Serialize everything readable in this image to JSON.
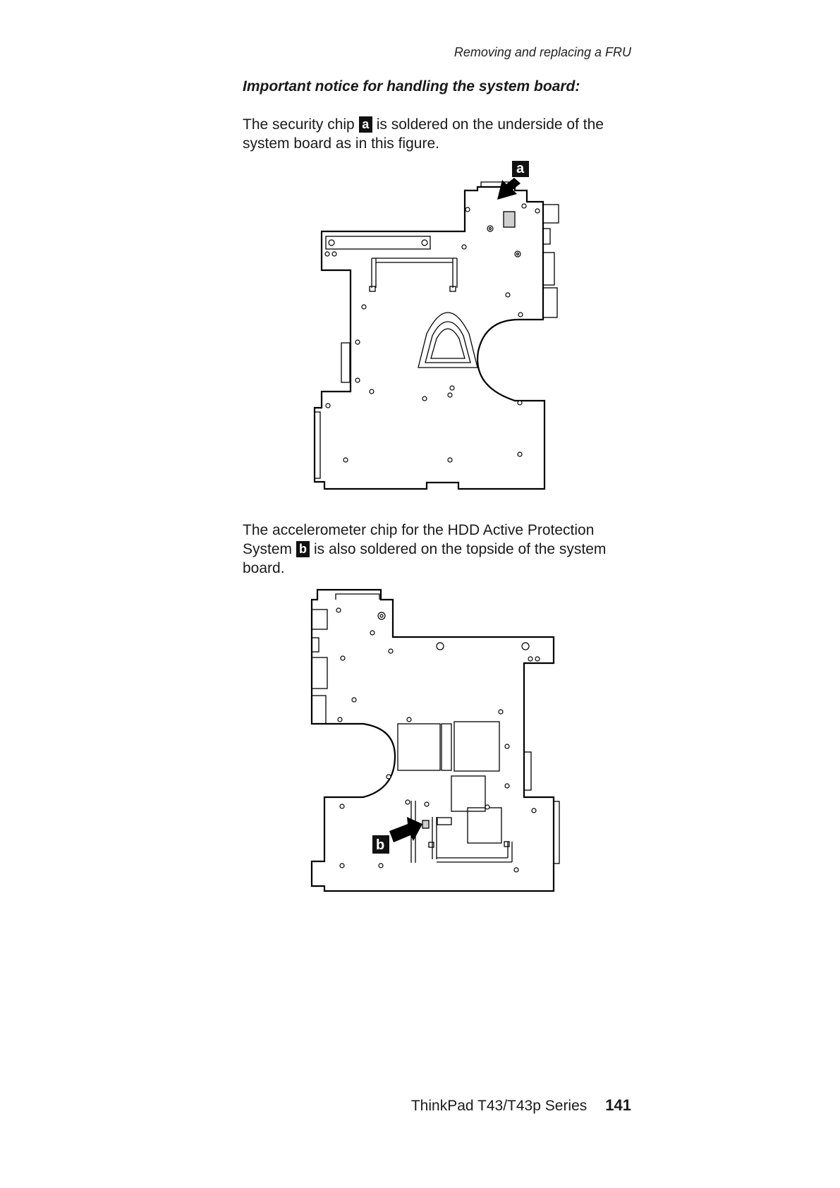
{
  "header": {
    "running_title": "Removing and replacing a FRU"
  },
  "notice": {
    "heading": "Important notice for handling the system board:",
    "para1_before": "The security chip",
    "para1_callout": "a",
    "para1_after": "is soldered on the underside of the system board as in this figure.",
    "para2_before": "The accelerometer chip for the HDD Active Protection System",
    "para2_callout": "b",
    "para2_after": "is also soldered on the topside of the system board."
  },
  "figures": {
    "underside_label": "a",
    "topside_label": "b"
  },
  "footer": {
    "series": "ThinkPad T43/T43p Series",
    "page_number": "141"
  }
}
